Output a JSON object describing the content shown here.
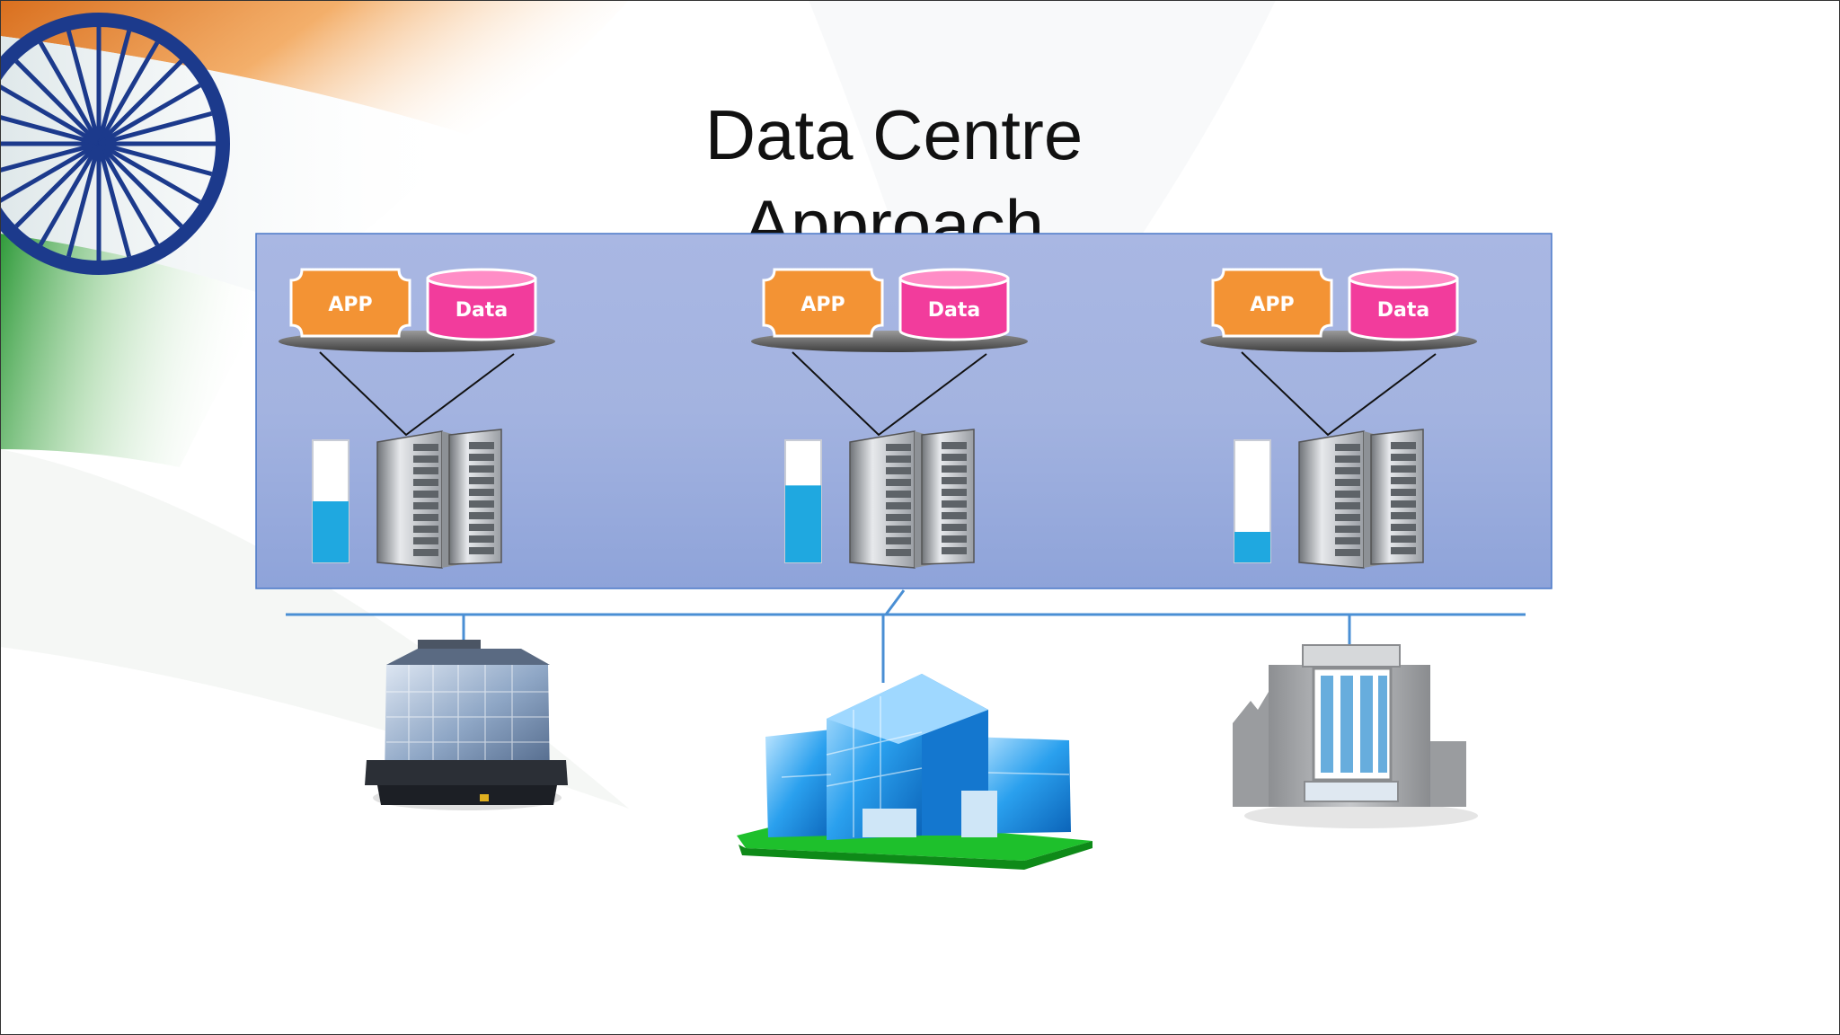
{
  "slide": {
    "title": "Data Centre Approach"
  },
  "clusters": [
    {
      "app_label": "APP",
      "data_label": "Data",
      "usage_fraction": 0.5
    },
    {
      "app_label": "APP",
      "data_label": "Data",
      "usage_fraction": 0.63
    },
    {
      "app_label": "APP",
      "data_label": "Data",
      "usage_fraction": 0.25
    }
  ],
  "colors": {
    "panel": "#9aaadb",
    "app_tag": "#f39334",
    "data_cylinder": "#f23c9c",
    "usage_fill": "#1fa8e0",
    "network_line": "#4a8fd4"
  },
  "icons": [
    "server-rack-icon",
    "office-building-icon",
    "campus-building-icon",
    "grey-building-icon"
  ]
}
